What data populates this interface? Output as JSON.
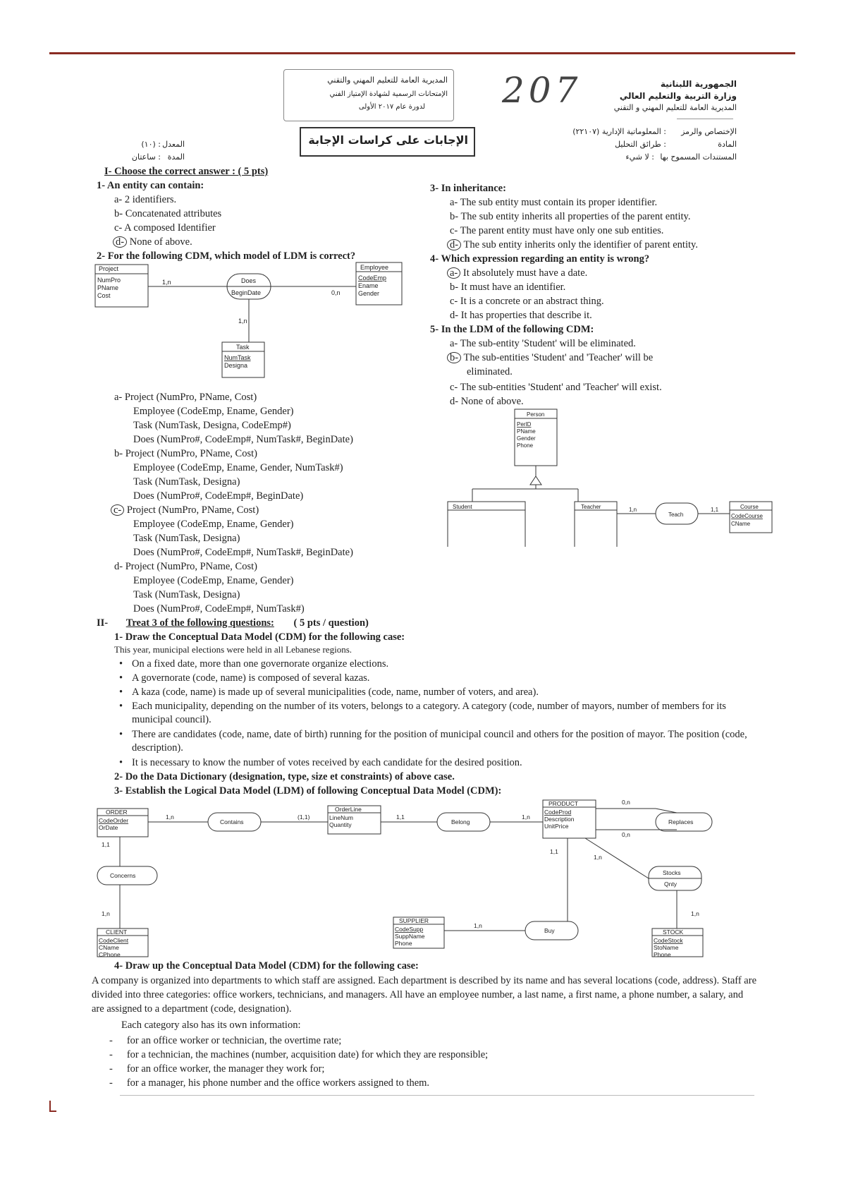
{
  "header": {
    "ar_right_1": "الجمهورية اللبنانية",
    "ar_right_2": "وزارة التربية والتعليم العالي",
    "ar_right_3": "المديرية العامة للتعليم المهني و التقني",
    "ar_spec_label": "الإختصاص والرمز",
    "ar_spec_value": ": المعلوماتية الإدارية (٢٢١٠٧)",
    "ar_subject_label": "المادة",
    "ar_subject_value": ": طرائق التحليل",
    "ar_docs_label": "المستندات المسموح بها",
    "ar_docs_value": ": لا شيء",
    "ar_coef": "المعدل",
    "ar_coef_value": ": (١٠)",
    "ar_duration": "المدة",
    "ar_duration_value": ": ساعتان",
    "stamp_line1": "المديرية العامة للتعليم المهني والتقني",
    "stamp_line2": "الإمتحانات الرسمية لشهادة الإمتياز الفني",
    "stamp_line3": "لدورة عام ٢٠١٧ الأولى",
    "stamp_answer": "الإجابات على كراسات الإجابة",
    "handwritten": "207"
  },
  "section1": {
    "title": "I- Choose the correct answer : ( 5 pts)",
    "q1": {
      "title": "1- An entity can contain:",
      "a": "a-  2 identifiers.",
      "b": "b-  Concatenated attributes",
      "c": "c-  A composed Identifier",
      "d_letter": "d-",
      "d": "None of above."
    },
    "q2": {
      "title": "2- For the following CDM, which model of LDM is correct?",
      "a": [
        "a-  Project (NumPro, PName, Cost)",
        "Employee (CodeEmp, Ename, Gender)",
        "Task (NumTask, Designa, CodeEmp#)",
        "Does (NumPro#, CodeEmp#, NumTask#, BeginDate)"
      ],
      "b": [
        "b-  Project (NumPro, PName, Cost)",
        "Employee (CodeEmp, Ename, Gender, NumTask#)",
        "Task (NumTask, Designa)",
        "Does (NumPro#, CodeEmp#, BeginDate)"
      ],
      "c_letter": "c-",
      "c": [
        "Project (NumPro, PName, Cost)",
        "Employee (CodeEmp, Ename, Gender)",
        "Task (NumTask, Designa)",
        "Does (NumPro#, CodeEmp#, NumTask#, BeginDate)"
      ],
      "d": [
        "d-  Project (NumPro, PName, Cost)",
        "Employee (CodeEmp, Ename, Gender)",
        "Task (NumTask, Designa)",
        "Does (NumPro#, CodeEmp#, NumTask#)"
      ]
    },
    "q3": {
      "title": "3- In inheritance:",
      "a": "a-  The sub entity must contain its proper identifier.",
      "b": "b-  The sub entity inherits all properties of the parent entity.",
      "c": "c-  The parent entity must have only one sub entities.",
      "d_letter": "d-",
      "d": "The sub entity inherits only the identifier of parent entity."
    },
    "q4": {
      "title": "4- Which expression regarding an entity is wrong?",
      "a_letter": "a-",
      "a": "It absolutely must have a date.",
      "b": "b-  It must have an identifier.",
      "c": "c-  It is a concrete or an abstract thing.",
      "d": "d-  It has properties that describe it."
    },
    "q5": {
      "title": "5- In the LDM of the following CDM:",
      "a": "a-  The sub-entity 'Student' will be eliminated.",
      "b_letter": "b-",
      "b": "The sub-entities 'Student' and 'Teacher' will be",
      "b2": "eliminated.",
      "c": "c-  The sub-entities 'Student' and 'Teacher' will exist.",
      "d": "d-  None of above."
    }
  },
  "diagram_q2": {
    "project": {
      "name": "Project",
      "attrs": [
        "NumPro",
        "PName",
        "Cost"
      ]
    },
    "employee": {
      "name": "Employee",
      "attrs": [
        "CodeEmp",
        "Ename",
        "Gender"
      ]
    },
    "task": {
      "name": "Task",
      "attrs": [
        "NumTask",
        "Designa"
      ]
    },
    "relation": {
      "name": "Does",
      "attr": "BeginDate"
    },
    "card_project": "1,n",
    "card_employee": "0,n",
    "card_task": "1,n"
  },
  "diagram_q5": {
    "person": {
      "name": "Person",
      "attrs": [
        "PerID",
        "PName",
        "Gender",
        "Phone"
      ]
    },
    "student": "Student",
    "teacher": "Teacher",
    "course": {
      "name": "Course",
      "attrs": [
        "CodeCourse",
        "CName"
      ]
    },
    "relation": "Teach",
    "card_teacher": "1,n",
    "card_course": "1,1"
  },
  "section2": {
    "title_num": "II-",
    "title": "Treat 3 of the following questions:",
    "pts": "( 5 pts / question)",
    "q1_title": "1- Draw the Conceptual Data Model (CDM) for the following case:",
    "q1_intro": "This year, municipal elections were held in all Lebanese regions.",
    "q1_bullets": [
      "On a fixed date, more than one governorate organize elections.",
      "A governorate (code, name) is composed of several kazas.",
      "A kaza (code, name) is made up of several municipalities (code, name, number of voters, and area).",
      "Each municipality, depending on the number of its voters, belongs to a category. A category (code, number of mayors, number of members for its municipal council).",
      "There are candidates (code, name, date of birth) running for the position of municipal council and others for the position of mayor. The position (code, description).",
      "It is necessary to know the number of votes received by each candidate for the desired position."
    ],
    "q2_title": "2- Do the Data Dictionary (designation, type, size et constraints) of above case.",
    "q3_title": "3- Establish the Logical Data Model (LDM) of following Conceptual Data Model (CDM):",
    "q4_title": "4- Draw up the Conceptual Data Model (CDM) for the following case:",
    "q4_para": "A company is organized into departments to which staff are assigned. Each department is described by its name and has several locations (code, address). Staff are divided into three categories: office workers, technicians, and managers. All have an employee number, a last name, a first name, a phone number, a salary, and are assigned to a department (code, designation).",
    "q4_each": "Each category also has its own information:",
    "q4_items": [
      "for an office worker or technician, the overtime rate;",
      "for a technician, the machines (number, acquisition date) for which they are responsible;",
      "for an office worker, the manager they work for;",
      "for a manager, his phone number and the office workers assigned to them."
    ]
  },
  "diagram_q3": {
    "order": {
      "name": "ORDER",
      "attrs": [
        "CodeOrder",
        "OrDate"
      ]
    },
    "orderline": {
      "name": "OrderLine",
      "attrs": [
        "LineNum",
        "Quantity"
      ]
    },
    "product": {
      "name": "PRODUCT",
      "attrs": [
        "CodeProd",
        "Description",
        "UnitPrice"
      ]
    },
    "client": {
      "name": "CLIENT",
      "attrs": [
        "CodeClient",
        "CName",
        "CPhone"
      ]
    },
    "supplier": {
      "name": "SUPPLIER",
      "attrs": [
        "CodeSupp",
        "SuppName",
        "Phone"
      ]
    },
    "stock": {
      "name": "STOCK",
      "attrs": [
        "CodeStock",
        "StoName",
        "Phone"
      ]
    },
    "rel_contains": "Contains",
    "rel_belong": "Belong",
    "rel_replaces": "Replaces",
    "rel_concerns": "Concerns",
    "rel_stocks": "Stocks",
    "rel_stocks_attr": "Qnty",
    "rel_buy": "Buy",
    "cards": {
      "order_contains": "1,n",
      "contains_orderline": "(1,1)",
      "orderline_belong": "1,1",
      "belong_product": "1,n",
      "product_replaces_top": "0,n",
      "product_replaces_bottom": "0,n",
      "order_concerns": "1,1",
      "concerns_client": "1,n",
      "product_buy": "1,1",
      "product_stocks": "1,n",
      "supplier_buy": "1,n",
      "stocks_stock": "1,n"
    }
  }
}
